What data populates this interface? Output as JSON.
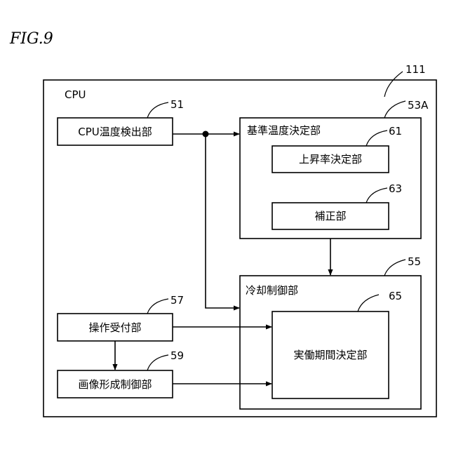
{
  "figure": {
    "title": "FIG.9"
  },
  "outer": {
    "label": "CPU",
    "ref": "111"
  },
  "nodes": {
    "cpu_temp": {
      "label": "CPU温度検出部",
      "ref": "51"
    },
    "ref_temp": {
      "label": "基準温度決定部",
      "ref": "53A"
    },
    "rise_rate": {
      "label": "上昇率決定部",
      "ref": "61"
    },
    "correction": {
      "label": "補正部",
      "ref": "63"
    },
    "cooling": {
      "label": "冷却制御部",
      "ref": "55"
    },
    "work_period": {
      "label": "実働期間決定部",
      "ref": "65"
    },
    "op_accept": {
      "label": "操作受付部",
      "ref": "57"
    },
    "image_form": {
      "label": "画像形成制御部",
      "ref": "59"
    }
  }
}
